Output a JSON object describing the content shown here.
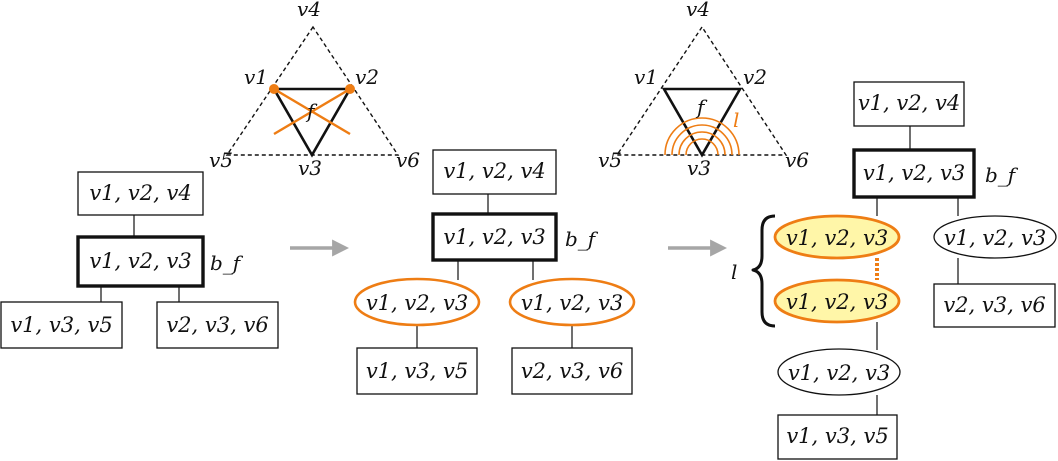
{
  "vertices": {
    "v1": "v1",
    "v2": "v2",
    "v3": "v3",
    "v4": "v4",
    "v5": "v5",
    "v6": "v6"
  },
  "face_label": "f",
  "loop_label": "l",
  "bag_label": "b_f",
  "bags": {
    "v1v2v4": "v1, v2, v4",
    "v1v2v3": "v1, v2, v3",
    "v1v3v5": "v1, v3, v5",
    "v2v3v6": "v2, v3, v6"
  },
  "colors": {
    "accent": "#ee7d14",
    "highlight_fill": "#fff6a8",
    "arrow": "#a6a6a6",
    "line": "#111111"
  },
  "icons": {
    "arrow": "right-arrow-icon",
    "brace": "left-brace-icon"
  }
}
